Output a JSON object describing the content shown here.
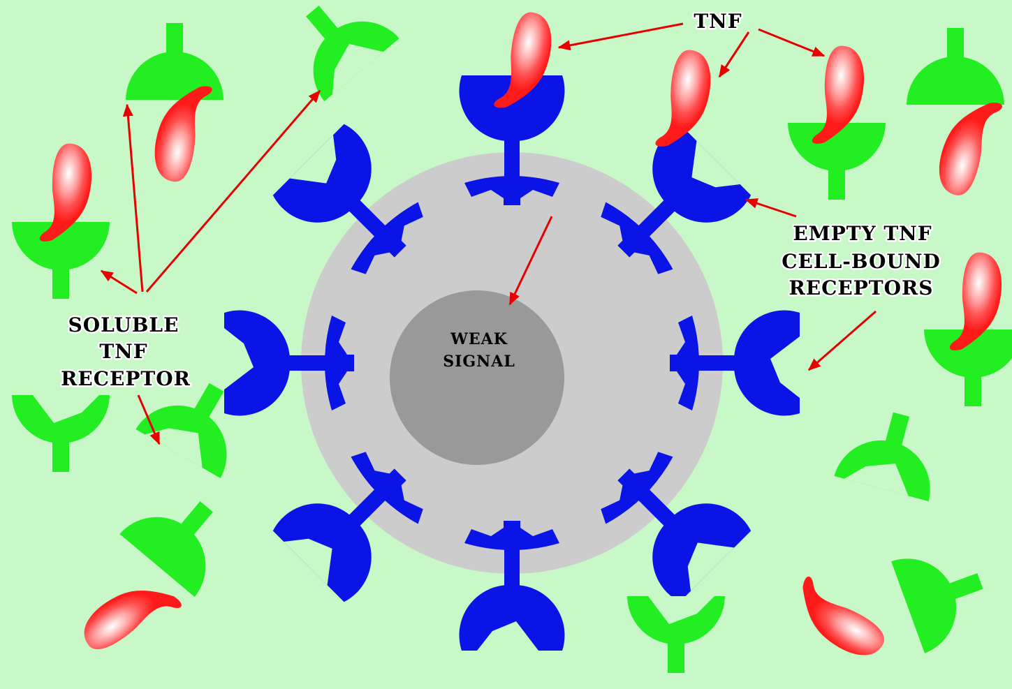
{
  "diagram": {
    "labels": {
      "tnf": "TNF",
      "soluble_line1": "SOLUBLE",
      "soluble_line2": "TNF",
      "soluble_line3": "RECEPTOR",
      "empty_line1": "EMPTY TNF",
      "empty_line2": "CELL-BOUND",
      "empty_line3": "RECEPTORS",
      "nucleus_line1": "WEAK",
      "nucleus_line2": "SIGNAL"
    },
    "colors": {
      "background": "#c8f7c8",
      "soluble_receptor": "#22ee22",
      "cell_receptor": "#0a14e6",
      "tnf": "#ff1a1a",
      "cell": "#cccccc",
      "nucleus": "#999999",
      "arrow": "#e60000"
    }
  }
}
